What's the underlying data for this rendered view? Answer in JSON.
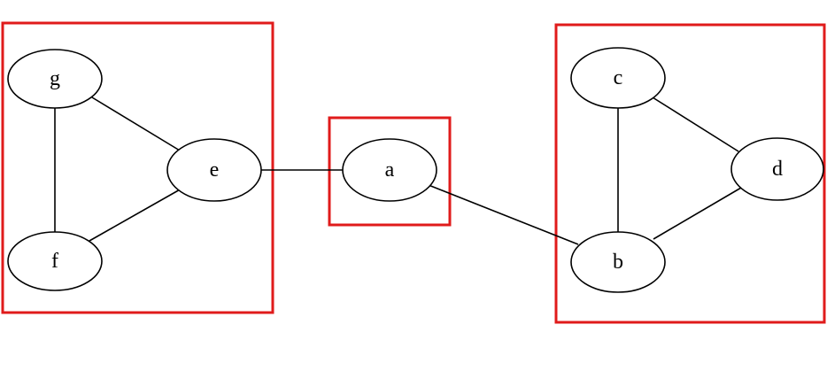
{
  "colors": {
    "background": "#ffffff",
    "cluster_border": "#e01b1b",
    "edge": "#000000",
    "node_border": "#000000",
    "node_fill": "#ffffff",
    "label": "#000000"
  },
  "graph": {
    "nodes": [
      {
        "id": "g",
        "label": "g"
      },
      {
        "id": "e",
        "label": "e"
      },
      {
        "id": "f",
        "label": "f"
      },
      {
        "id": "a",
        "label": "a"
      },
      {
        "id": "c",
        "label": "c"
      },
      {
        "id": "d",
        "label": "d"
      },
      {
        "id": "b",
        "label": "b"
      }
    ],
    "edges": [
      {
        "from": "g",
        "to": "e"
      },
      {
        "from": "g",
        "to": "f"
      },
      {
        "from": "f",
        "to": "e"
      },
      {
        "from": "e",
        "to": "a"
      },
      {
        "from": "a",
        "to": "b"
      },
      {
        "from": "c",
        "to": "d"
      },
      {
        "from": "c",
        "to": "b"
      },
      {
        "from": "d",
        "to": "b"
      }
    ],
    "clusters": [
      {
        "id": "left",
        "members": [
          "g",
          "e",
          "f"
        ]
      },
      {
        "id": "middle",
        "members": [
          "a"
        ]
      },
      {
        "id": "right",
        "members": [
          "c",
          "d",
          "b"
        ]
      }
    ]
  }
}
